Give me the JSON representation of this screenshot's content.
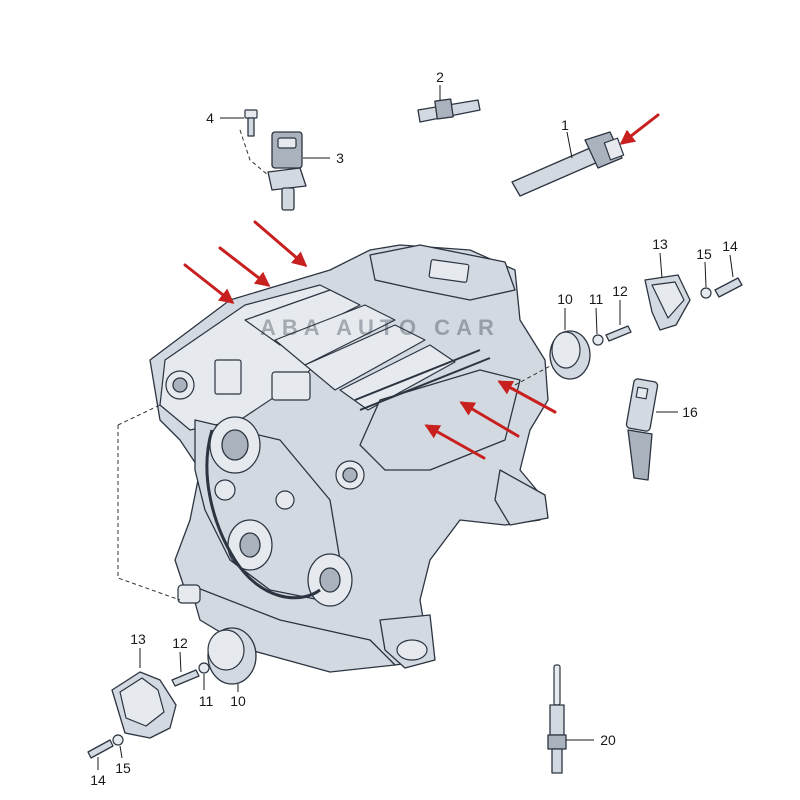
{
  "watermark": "ABA AUTO CAR",
  "callouts": {
    "c1": "1",
    "c2": "2",
    "c3": "3",
    "c4": "4",
    "c10a": "10",
    "c11a": "11",
    "c12a": "12",
    "c13a": "13",
    "c14a": "14",
    "c15a": "15",
    "c16": "16",
    "c10b": "10",
    "c11b": "11",
    "c12b": "12",
    "c13b": "13",
    "c14b": "14",
    "c15b": "15",
    "c20": "20"
  },
  "colors": {
    "arrow": "#c8201e",
    "part_fill": "#d3d9e0",
    "outline": "#2b3440"
  }
}
